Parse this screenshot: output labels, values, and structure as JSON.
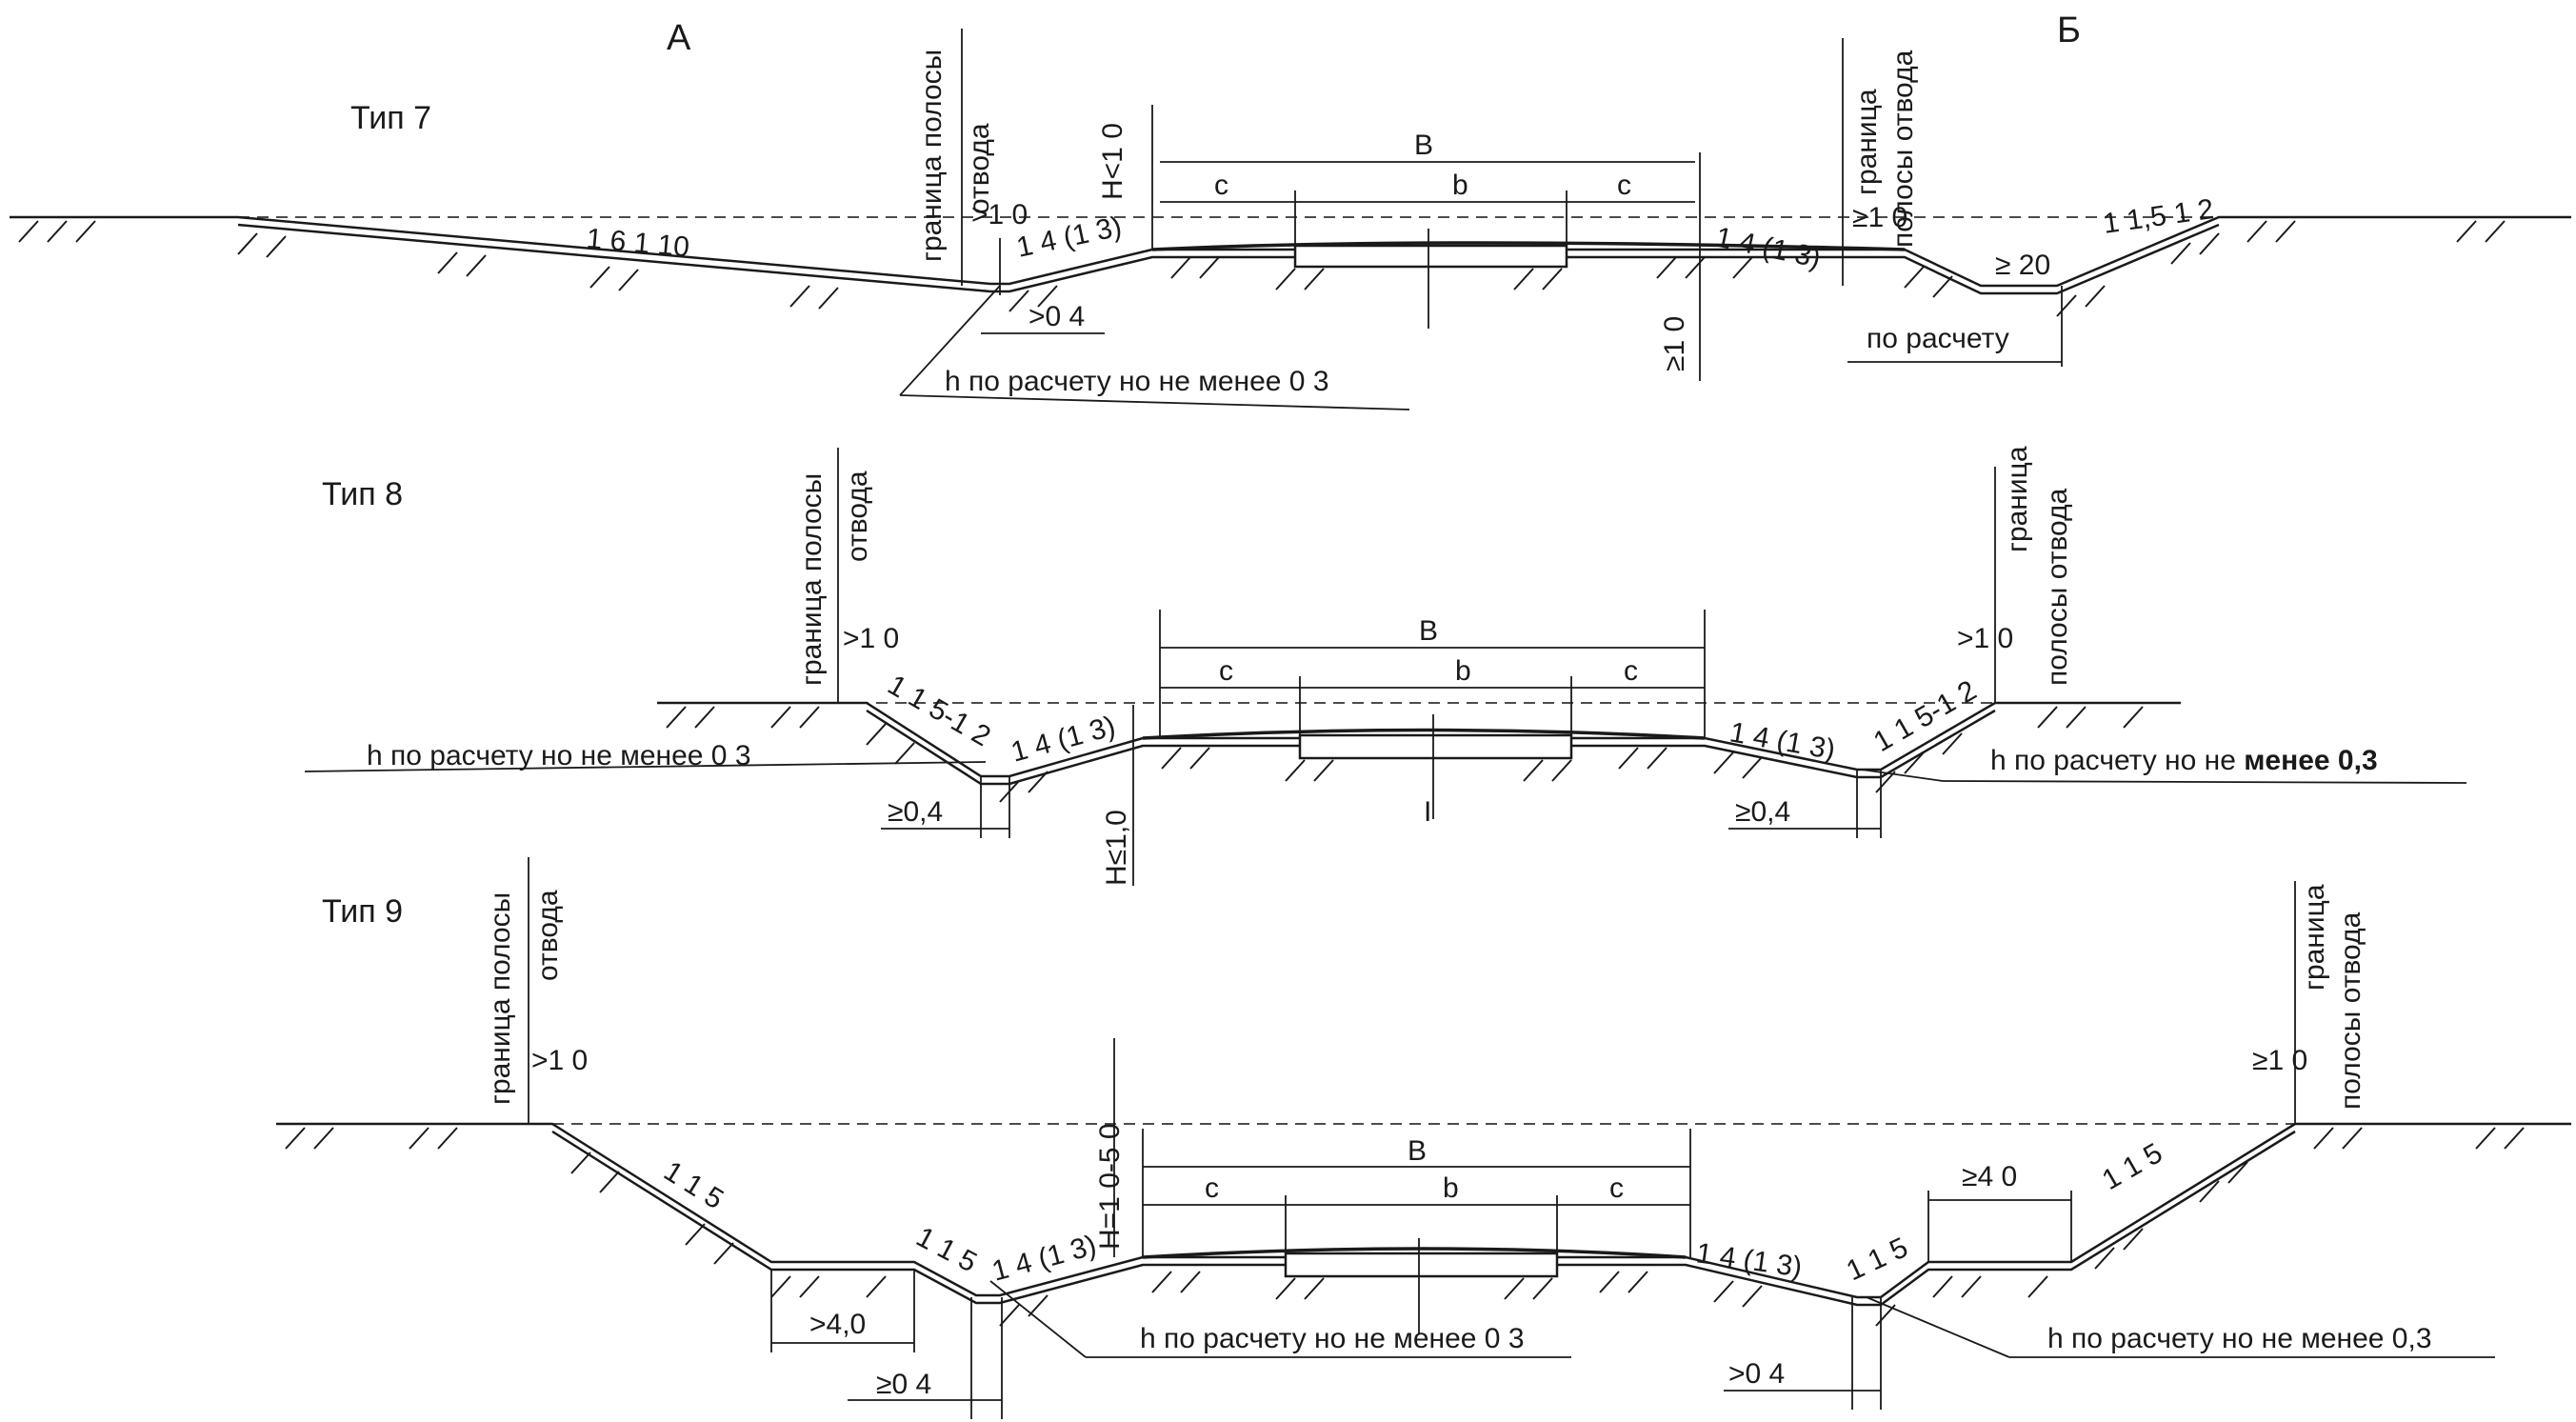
{
  "headers": {
    "left": "А",
    "right": "Б"
  },
  "types": [
    "Тип 7",
    "Тип 8",
    "Тип 9"
  ],
  "labels": {
    "boundary_two_line": [
      "граница полосы",
      "отвода"
    ],
    "boundary_right_two_line": [
      "граница",
      "полосы отвода"
    ],
    "dim_B": "B",
    "dim_b": "b",
    "dim_c": "c",
    "axis_mark": "I"
  },
  "type7": {
    "slope_left": "1 6 1 10",
    "gap_left": ">1 0",
    "slope_14_13": "1 4  (1 3)",
    "height": "H<1 0",
    "bottom_width": ">0 4",
    "h_note": "h по расчету  но не менее 0 3",
    "depth_right": "≥1 0",
    "slope_right_14_13": "1 4  (1 3)",
    "gap_right": "≥1 0",
    "ditch_width": "≥ 20",
    "slope_right_outer": "1 1,5 1 2",
    "calc": "по расчету"
  },
  "type8": {
    "gap_left": ">1 0",
    "slope_left_outer": "1 1 5-1 2",
    "slope_14_13": "1 4  (1 3)",
    "h_note_left": "h по расчету  но не менее 0 3",
    "bottom_left": "≥0,4",
    "height": "H≤1,0",
    "slope_right_14_13": "1 4    (1 3)",
    "slope_right_outer": "1 1 5-1 2",
    "h_note_right_prefix": "h по расчету  но не ",
    "h_note_right_bold": "менее 0,3",
    "bottom_right": "≥0,4",
    "gap_right": ">1 0"
  },
  "type9": {
    "gap_left": ">1 0",
    "slope_left_outer": "1 1 5",
    "berm_left": ">4,0",
    "slope_left_inner": "1 1 5",
    "slope_14_13": "1 4 (1 3)",
    "height": "H=1 0-5 0",
    "bottom_left": "≥0 4",
    "h_note_left": "h по расчету  но не менее 0 3",
    "slope_right_14_13": "1 4    (1 3)",
    "slope_right_inner": "1 1 5",
    "berm_right": "≥4 0",
    "slope_right_outer": "1 1 5",
    "gap_right": "≥1 0",
    "bottom_right": ">0 4",
    "h_note_right": "h по расчету  но не менее 0,3"
  }
}
